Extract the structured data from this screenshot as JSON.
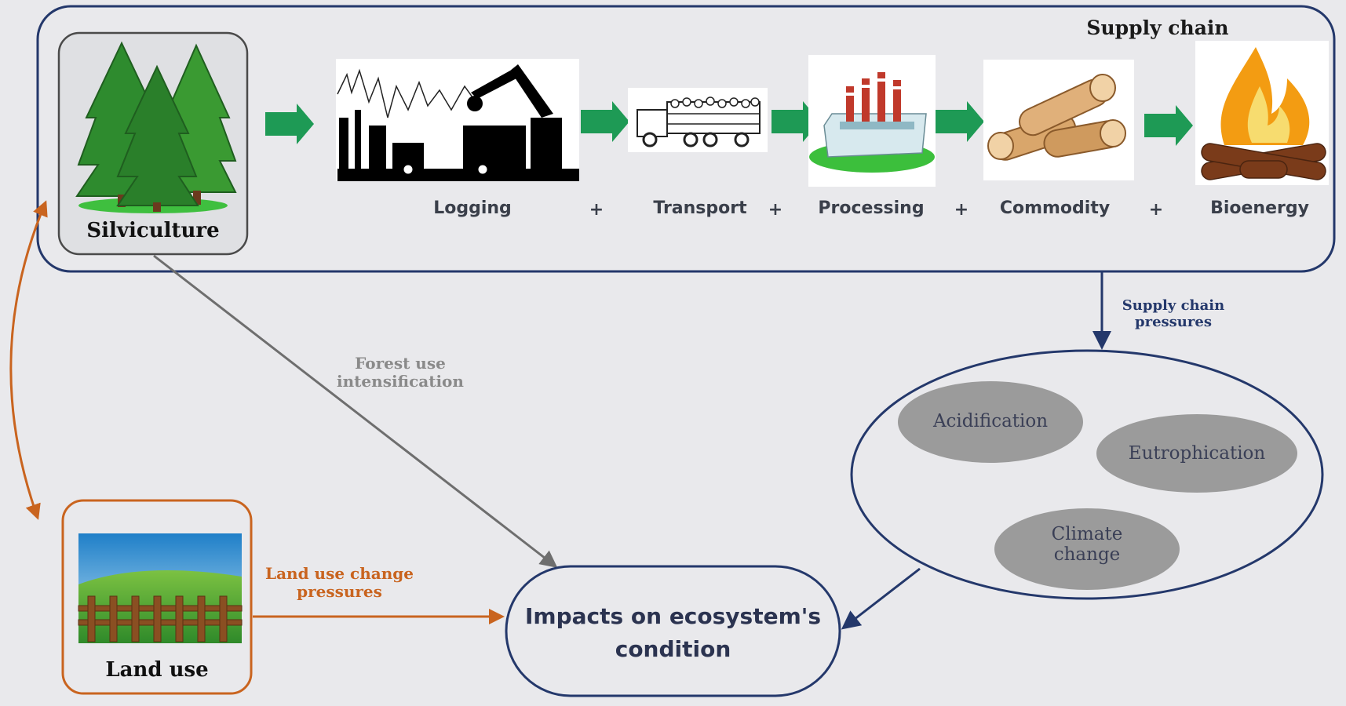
{
  "supply_chain": {
    "title": "Supply chain",
    "start_label": "Silviculture",
    "stages": [
      {
        "label": "Logging",
        "icon": "logging-machinery-icon"
      },
      {
        "label": "Transport",
        "icon": "log-truck-icon"
      },
      {
        "label": "Processing",
        "icon": "factory-icon"
      },
      {
        "label": "Commodity",
        "icon": "wood-logs-icon"
      },
      {
        "label": "Bioenergy",
        "icon": "fire-icon"
      }
    ],
    "separator": "+"
  },
  "land_use": {
    "label": "Land use",
    "icon": "fenced-field-icon"
  },
  "pressures": {
    "forest_use": [
      "Forest use",
      "intensification"
    ],
    "land_use_change": [
      "Land use change",
      "pressures"
    ],
    "supply_chain": [
      "Supply chain",
      "pressures"
    ]
  },
  "impact_categories": [
    {
      "label": [
        "Acidification"
      ]
    },
    {
      "label": [
        "Eutrophication"
      ]
    },
    {
      "label": [
        "Climate",
        "change"
      ]
    }
  ],
  "impacts": {
    "label": [
      "Impacts on ecosystem's",
      "condition"
    ]
  },
  "colors": {
    "navy": "#24386b",
    "orange": "#c9641f",
    "gray_arrow": "#6e6e6e",
    "green_arrow": "#1e9a55",
    "ellipse_fill": "#9b9b9b",
    "background": "#e9e9ec"
  }
}
